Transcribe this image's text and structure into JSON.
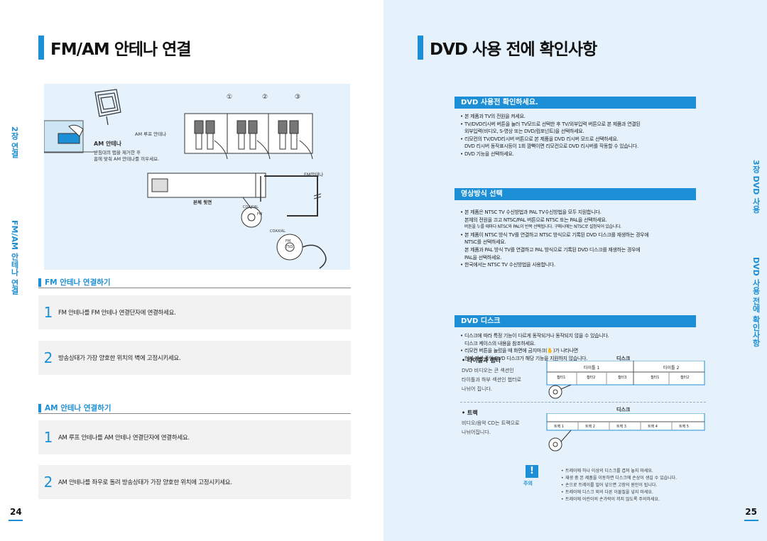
{
  "left": {
    "title": "FM/AM 안테나 연결",
    "side_tab_top": "2장 연결",
    "side_tab_bottom": "FM/AM 안테나 연결",
    "page_number": "24",
    "illus": {
      "am_loop_label": "AM 루프 안테나",
      "am_antenna_title": "AM 안테나",
      "am_antenna_desc": [
        "받침대의 탭을 제거한 후",
        "홈에 맞춰 AM 안테나를 끼우세요."
      ],
      "step_nums": [
        "①",
        "②",
        "③"
      ],
      "fm_antenna_label": "FM안테나",
      "back_label": "본체 뒷면",
      "coaxial_1": "COAXIAL",
      "fm_small": "FM",
      "coaxial_2": "COAXIAL",
      "fm_75": "FM",
      "ohm": "75Ω"
    },
    "fm_section": {
      "heading": "FM 안테나 연결하기",
      "steps": [
        {
          "num": "1",
          "text": "FM 안테나를 FM 안테나 연결단자에 연결하세요."
        },
        {
          "num": "2",
          "text": "방송상태가 가장 양호한 위치의 벽에 고정시키세요."
        }
      ]
    },
    "am_section": {
      "heading": "AM 안테나 연결하기",
      "steps": [
        {
          "num": "1",
          "text": "AM 루프 안테나를 AM 안테나 연결단자에 연결하세요."
        },
        {
          "num": "2",
          "text": "AM 안테나를 좌우로 돌려 방송상태가 가장 양호한 위치에 고정시키세요."
        }
      ]
    }
  },
  "right": {
    "title": "DVD 사용 전에 확인사항",
    "side_tab_top": "3장 DVD 사용",
    "side_tab_bottom": "DVD 사용 전에 확인사항",
    "page_number": "25",
    "sec1": {
      "heading": "DVD 사용전 확인하세요.",
      "lines": [
        {
          "type": "b",
          "text": "본 제품과 TV의 전원을 켜세요."
        },
        {
          "type": "b",
          "text": "TV/DVD리시버 버튼을 눌러 TV모드로 선택한 후 TV/외부입력 버튼으로 본 제품과 연결된"
        },
        {
          "type": "ind",
          "text": "외부입력(비디오, S-영상 또는 DVD/컴포넌트)을 선택하세요."
        },
        {
          "type": "b",
          "text": "리모컨의 TV/DVD리시버 버튼으로 본 제품을 DVD 리시버 모드로 선택하세요."
        },
        {
          "type": "ind",
          "text": "DVD 리시버 동작표시등이 1회 깜빡이면 리모컨으로 DVD 리시버를 작동할 수 있습니다."
        },
        {
          "type": "b",
          "text": "DVD 기능을 선택하세요."
        }
      ]
    },
    "sec2": {
      "heading": "영상방식 선택",
      "lines": [
        {
          "type": "b",
          "text": "본 제품은 NTSC TV 수신방법과 PAL TV수신방법을 모두 지원합니다."
        },
        {
          "type": "ind",
          "text": "본체의 전원을 끄고 NTSC/PAL 버튼으로 NTSC 또는 PAL을 선택하세요."
        },
        {
          "type": "sm",
          "text": "버튼을 누를 때마다 NTSC와 PAL이 반복 선택됩니다. 구매시에는 NTSC로 설정되어 있습니다."
        },
        {
          "type": "b",
          "text": "본 제품이 NTSC 방식 TV를 연결하고 NTSC 방식으로 기록된 DVD 디스크를 재생하는 경우에"
        },
        {
          "type": "ind",
          "text": "NTSC를 선택하세요."
        },
        {
          "type": "ind",
          "text": "본 제품과 PAL 방식 TV를 연결하고 PAL 방식으로 기록된 DVD 디스크를 재생하는 경우에"
        },
        {
          "type": "ind",
          "text": "PAL을 선택하세요."
        },
        {
          "type": "b",
          "text": "한국에서는 NTSC TV 수신방법을 사용합니다."
        }
      ]
    },
    "sec3": {
      "heading": "DVD 디스크",
      "lines": [
        {
          "type": "b",
          "text": "디스크에 따라 특정 기능이 다르게 동작되거나 동작되지 않을 수 있습니다."
        },
        {
          "type": "ind",
          "text": "디스크 케이스의 내용을 참조하세요."
        },
        {
          "type": "b",
          "text": "리모컨 버튼을 눌렀을 때 화면에 금지마크(✋)가 나타나면"
        },
        {
          "type": "ind",
          "text": "현재 재생 중인 DVD 디스크가 해당 기능을 지원하지 않습니다."
        }
      ]
    },
    "title_chapter": {
      "label": "• 타이틀과 챕터",
      "desc": [
        "DVD 비디오는 큰 섹션인",
        "타이틀과 하부 섹션인 챕터로",
        "나뉘어 집니다."
      ],
      "disc_label": "디스크",
      "titles": [
        "타이틀 1",
        "타이틀 2"
      ],
      "chapters": [
        "챕터1",
        "챕터2",
        "챕터3",
        "챕터1",
        "챕터2"
      ]
    },
    "track": {
      "label": "• 트랙",
      "desc": [
        "비디오/음악 CD는 트랙으로",
        "나뉘어집니다."
      ],
      "disc_label": "디스크",
      "tracks": [
        "트랙 1",
        "트랙 2",
        "트랙 3",
        "트랙 4",
        "트랙 5"
      ]
    },
    "note": {
      "mark": "!",
      "label": "주의",
      "lines": [
        "트레이에 하나 이상의 디스크를 겹쳐 놓지 마세요.",
        "재생 중 본 제품을 이동하면 디스크에 손상이 생길 수 있습니다.",
        "손으로 트레이를 밀어 넣으면 고장의 원인이 됩니다.",
        "트레이에 디스크 외의 다른 이물질을 넣지 마세요.",
        "트레이에 어린이의 손가락이 끼지 않도록 주의하세요."
      ]
    }
  },
  "colors": {
    "accent": "#1c8fd6",
    "panel": "#e6f2fb"
  }
}
